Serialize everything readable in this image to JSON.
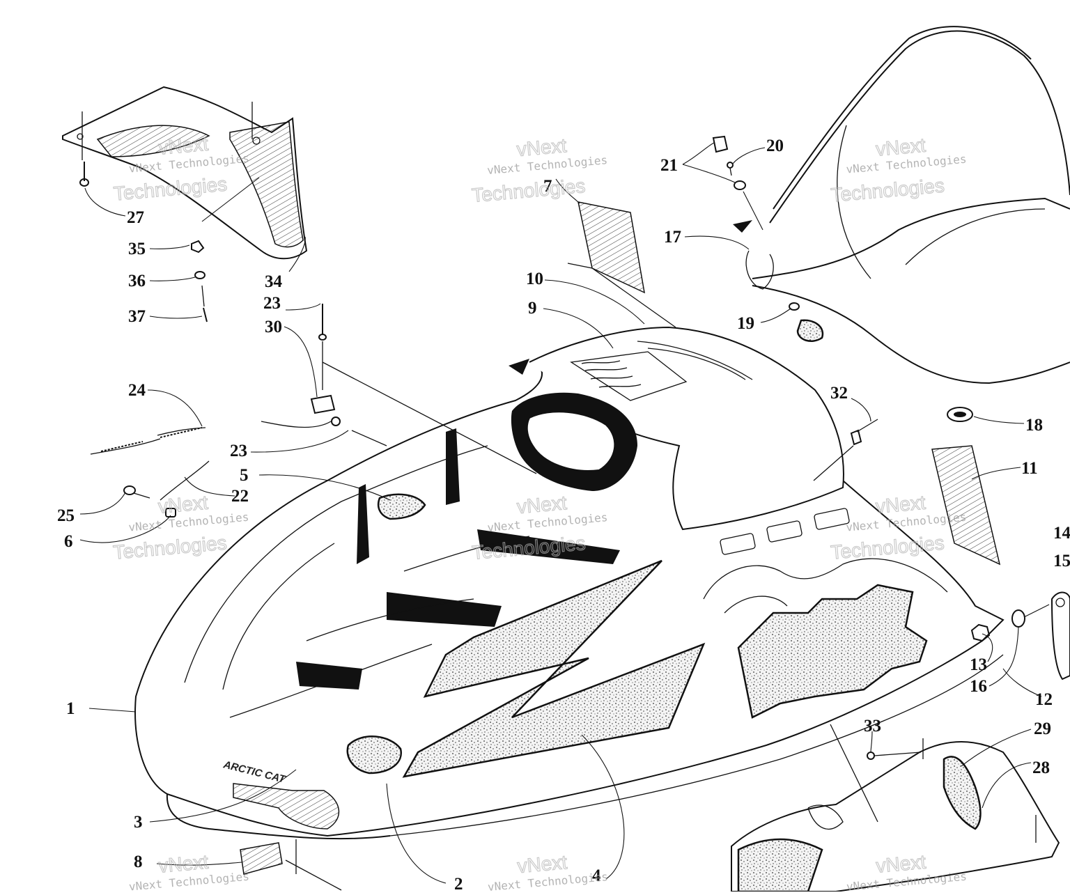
{
  "watermark": {
    "line1": "vNext Technologies",
    "line2": "Technologies",
    "line3": "vNext"
  },
  "decals": {
    "hood_logo": "ARCTIC CAT"
  },
  "callouts": [
    {
      "id": "c1",
      "label": "1"
    },
    {
      "id": "c2",
      "label": "2"
    },
    {
      "id": "c3",
      "label": "3"
    },
    {
      "id": "c4",
      "label": "4"
    },
    {
      "id": "c5",
      "label": "5"
    },
    {
      "id": "c6",
      "label": "6"
    },
    {
      "id": "c7",
      "label": "7"
    },
    {
      "id": "c8",
      "label": "8"
    },
    {
      "id": "c9",
      "label": "9"
    },
    {
      "id": "c10",
      "label": "10"
    },
    {
      "id": "c11",
      "label": "11"
    },
    {
      "id": "c12",
      "label": "12"
    },
    {
      "id": "c13",
      "label": "13"
    },
    {
      "id": "c14",
      "label": "14"
    },
    {
      "id": "c15",
      "label": "15"
    },
    {
      "id": "c16",
      "label": "16"
    },
    {
      "id": "c17",
      "label": "17"
    },
    {
      "id": "c18",
      "label": "18"
    },
    {
      "id": "c19",
      "label": "19"
    },
    {
      "id": "c20",
      "label": "20"
    },
    {
      "id": "c21",
      "label": "21"
    },
    {
      "id": "c22",
      "label": "22"
    },
    {
      "id": "c23a",
      "label": "23"
    },
    {
      "id": "c23b",
      "label": "23"
    },
    {
      "id": "c24",
      "label": "24"
    },
    {
      "id": "c25",
      "label": "25"
    },
    {
      "id": "c27",
      "label": "27"
    },
    {
      "id": "c28",
      "label": "28"
    },
    {
      "id": "c29",
      "label": "29"
    },
    {
      "id": "c30",
      "label": "30"
    },
    {
      "id": "c32",
      "label": "32"
    },
    {
      "id": "c33",
      "label": "33"
    },
    {
      "id": "c34",
      "label": "34"
    },
    {
      "id": "c35",
      "label": "35"
    },
    {
      "id": "c36",
      "label": "36"
    },
    {
      "id": "c37",
      "label": "37"
    }
  ]
}
